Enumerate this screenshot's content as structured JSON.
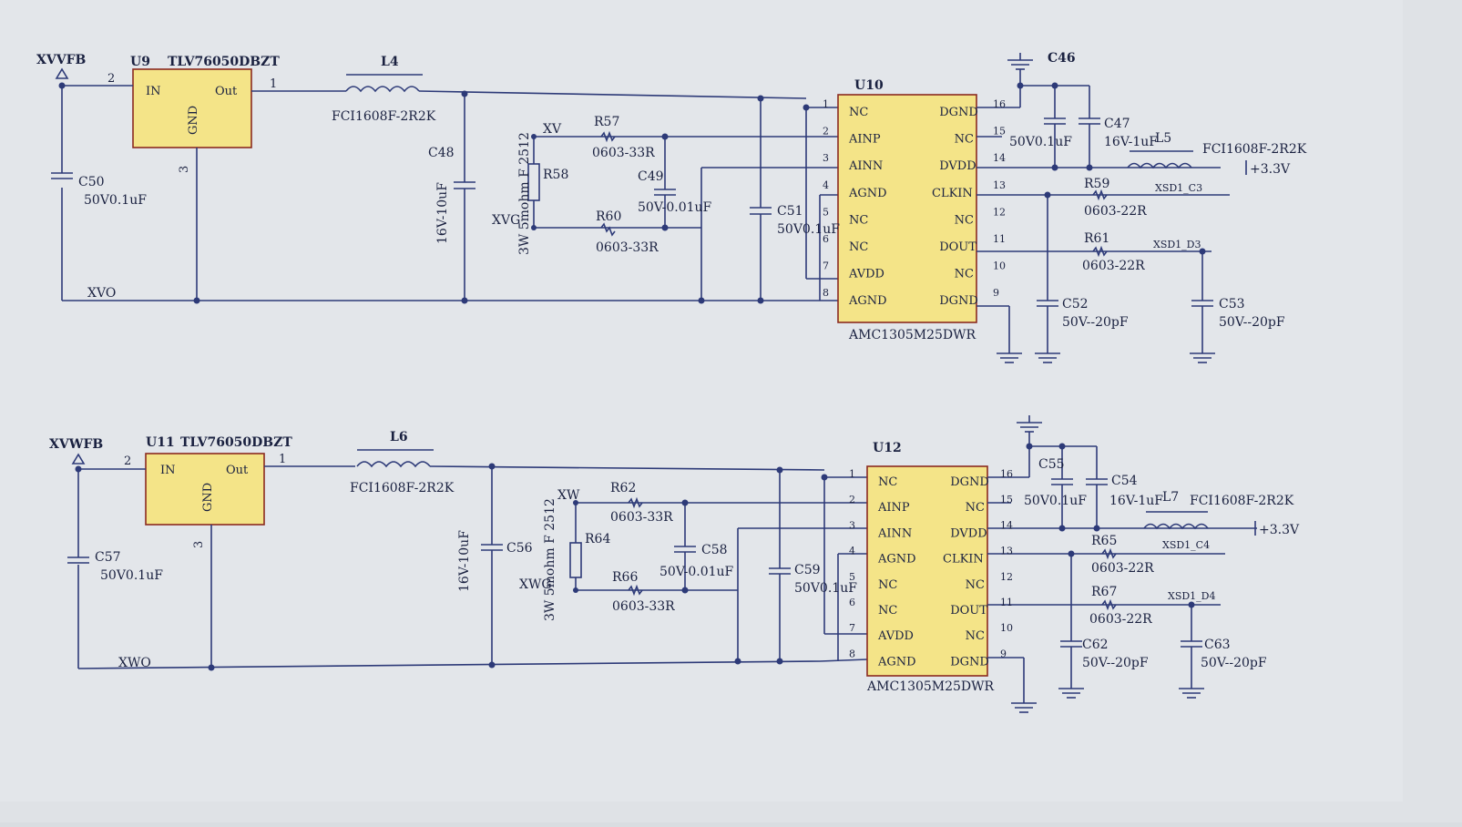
{
  "colors": {
    "wire": "#2d3a78",
    "chip_fill": "#f4e488",
    "chip_stroke": "#8a2a20",
    "text": "#1a2140",
    "screen_bg": "#dcdfe3"
  },
  "top": {
    "input_port": "XVVFB",
    "regulator": {
      "ref": "U9",
      "part": "TLV76050DBZT",
      "pin_in": "IN",
      "pin_out": "Out",
      "pin_gnd": "GND",
      "n_in": "2",
      "n_out": "1",
      "n_gnd": "3"
    },
    "inductor_in": {
      "ref": "L4",
      "part": "FCI1608F-2R2K"
    },
    "cap_in": {
      "ref": "C50",
      "value": "50V0.1uF"
    },
    "cap_bulk": {
      "ref": "C48",
      "value": "16V-10uF"
    },
    "net_xv": "XV",
    "net_xvg": "XVG",
    "net_gnd": "XVO",
    "shunt": {
      "ref": "R58",
      "value": "3W 5mohm F 2512"
    },
    "r_top": {
      "ref": "R57",
      "value": "0603-33R"
    },
    "r_bot": {
      "ref": "R60",
      "value": "0603-33R"
    },
    "cap_filter": {
      "ref": "C49",
      "value": "50V-0.01uF"
    },
    "cap_avdd": {
      "ref": "C51",
      "value": "50V0.1uF"
    },
    "adc": {
      "ref": "U10",
      "part": "AMC1305M25DWR"
    },
    "cap_c46": {
      "ref": "C46"
    },
    "cap_dvdd1": {
      "value": "50V0.1uF"
    },
    "cap_dvdd2": {
      "ref": "C47",
      "value": "16V-1uF"
    },
    "inductor_out": {
      "ref": "L5",
      "part": "FCI1608F-2R2K"
    },
    "supply": "+3.3V",
    "r_clk": {
      "ref": "R59",
      "value": "0603-22R"
    },
    "r_dout": {
      "ref": "R61",
      "value": "0603-22R"
    },
    "net_clk": "XSD1_C3",
    "net_dout": "XSD1_D3",
    "cap_clk": {
      "ref": "C52",
      "value": "50V--20pF"
    },
    "cap_dout": {
      "ref": "C53",
      "value": "50V--20pF"
    }
  },
  "bottom": {
    "input_port": "XVWFB",
    "regulator": {
      "ref": "U11",
      "part": "TLV76050DBZT",
      "pin_in": "IN",
      "pin_out": "Out",
      "pin_gnd": "GND",
      "n_in": "2",
      "n_out": "1",
      "n_gnd": "3"
    },
    "inductor_in": {
      "ref": "L6",
      "part": "FCI1608F-2R2K"
    },
    "cap_in": {
      "ref": "C57",
      "value": "50V0.1uF"
    },
    "cap_bulk": {
      "ref": "C56",
      "value": "16V-10uF"
    },
    "net_xv": "XW",
    "net_xvg": "XWG",
    "net_gnd": "XWO",
    "shunt": {
      "ref": "R64",
      "value": "3W 5mohm F 2512"
    },
    "r_top": {
      "ref": "R62",
      "value": "0603-33R"
    },
    "r_bot": {
      "ref": "R66",
      "value": "0603-33R"
    },
    "cap_filter": {
      "ref": "C58",
      "value": "50V-0.01uF"
    },
    "cap_avdd": {
      "ref": "C59",
      "value": "50V0.1uF"
    },
    "adc": {
      "ref": "U12",
      "part": "AMC1305M25DWR"
    },
    "cap_c46": {
      "ref": "C55"
    },
    "cap_dvdd1": {
      "value": "50V0.1uF"
    },
    "cap_dvdd2": {
      "ref": "C54",
      "value": "16V-1uF"
    },
    "inductor_out": {
      "ref": "L7",
      "part": "FCI1608F-2R2K"
    },
    "supply": "+3.3V",
    "r_clk": {
      "ref": "R65",
      "value": "0603-22R"
    },
    "r_dout": {
      "ref": "R67",
      "value": "0603-22R"
    },
    "net_clk": "XSD1_C4",
    "net_dout": "XSD1_D4",
    "cap_clk": {
      "ref": "C62",
      "value": "50V--20pF"
    },
    "cap_dout": {
      "ref": "C63",
      "value": "50V--20pF"
    }
  },
  "adc_pins_left": [
    {
      "num": "1",
      "name": "NC"
    },
    {
      "num": "2",
      "name": "AINP"
    },
    {
      "num": "3",
      "name": "AINN"
    },
    {
      "num": "4",
      "name": "AGND"
    },
    {
      "num": "5",
      "name": "NC"
    },
    {
      "num": "6",
      "name": "NC"
    },
    {
      "num": "7",
      "name": "AVDD"
    },
    {
      "num": "8",
      "name": "AGND"
    }
  ],
  "adc_pins_right": [
    {
      "num": "16",
      "name": "DGND"
    },
    {
      "num": "15",
      "name": "NC"
    },
    {
      "num": "14",
      "name": "DVDD"
    },
    {
      "num": "13",
      "name": "CLKIN"
    },
    {
      "num": "12",
      "name": "NC"
    },
    {
      "num": "11",
      "name": "DOUT"
    },
    {
      "num": "10",
      "name": "NC"
    },
    {
      "num": "9",
      "name": "DGND"
    }
  ]
}
